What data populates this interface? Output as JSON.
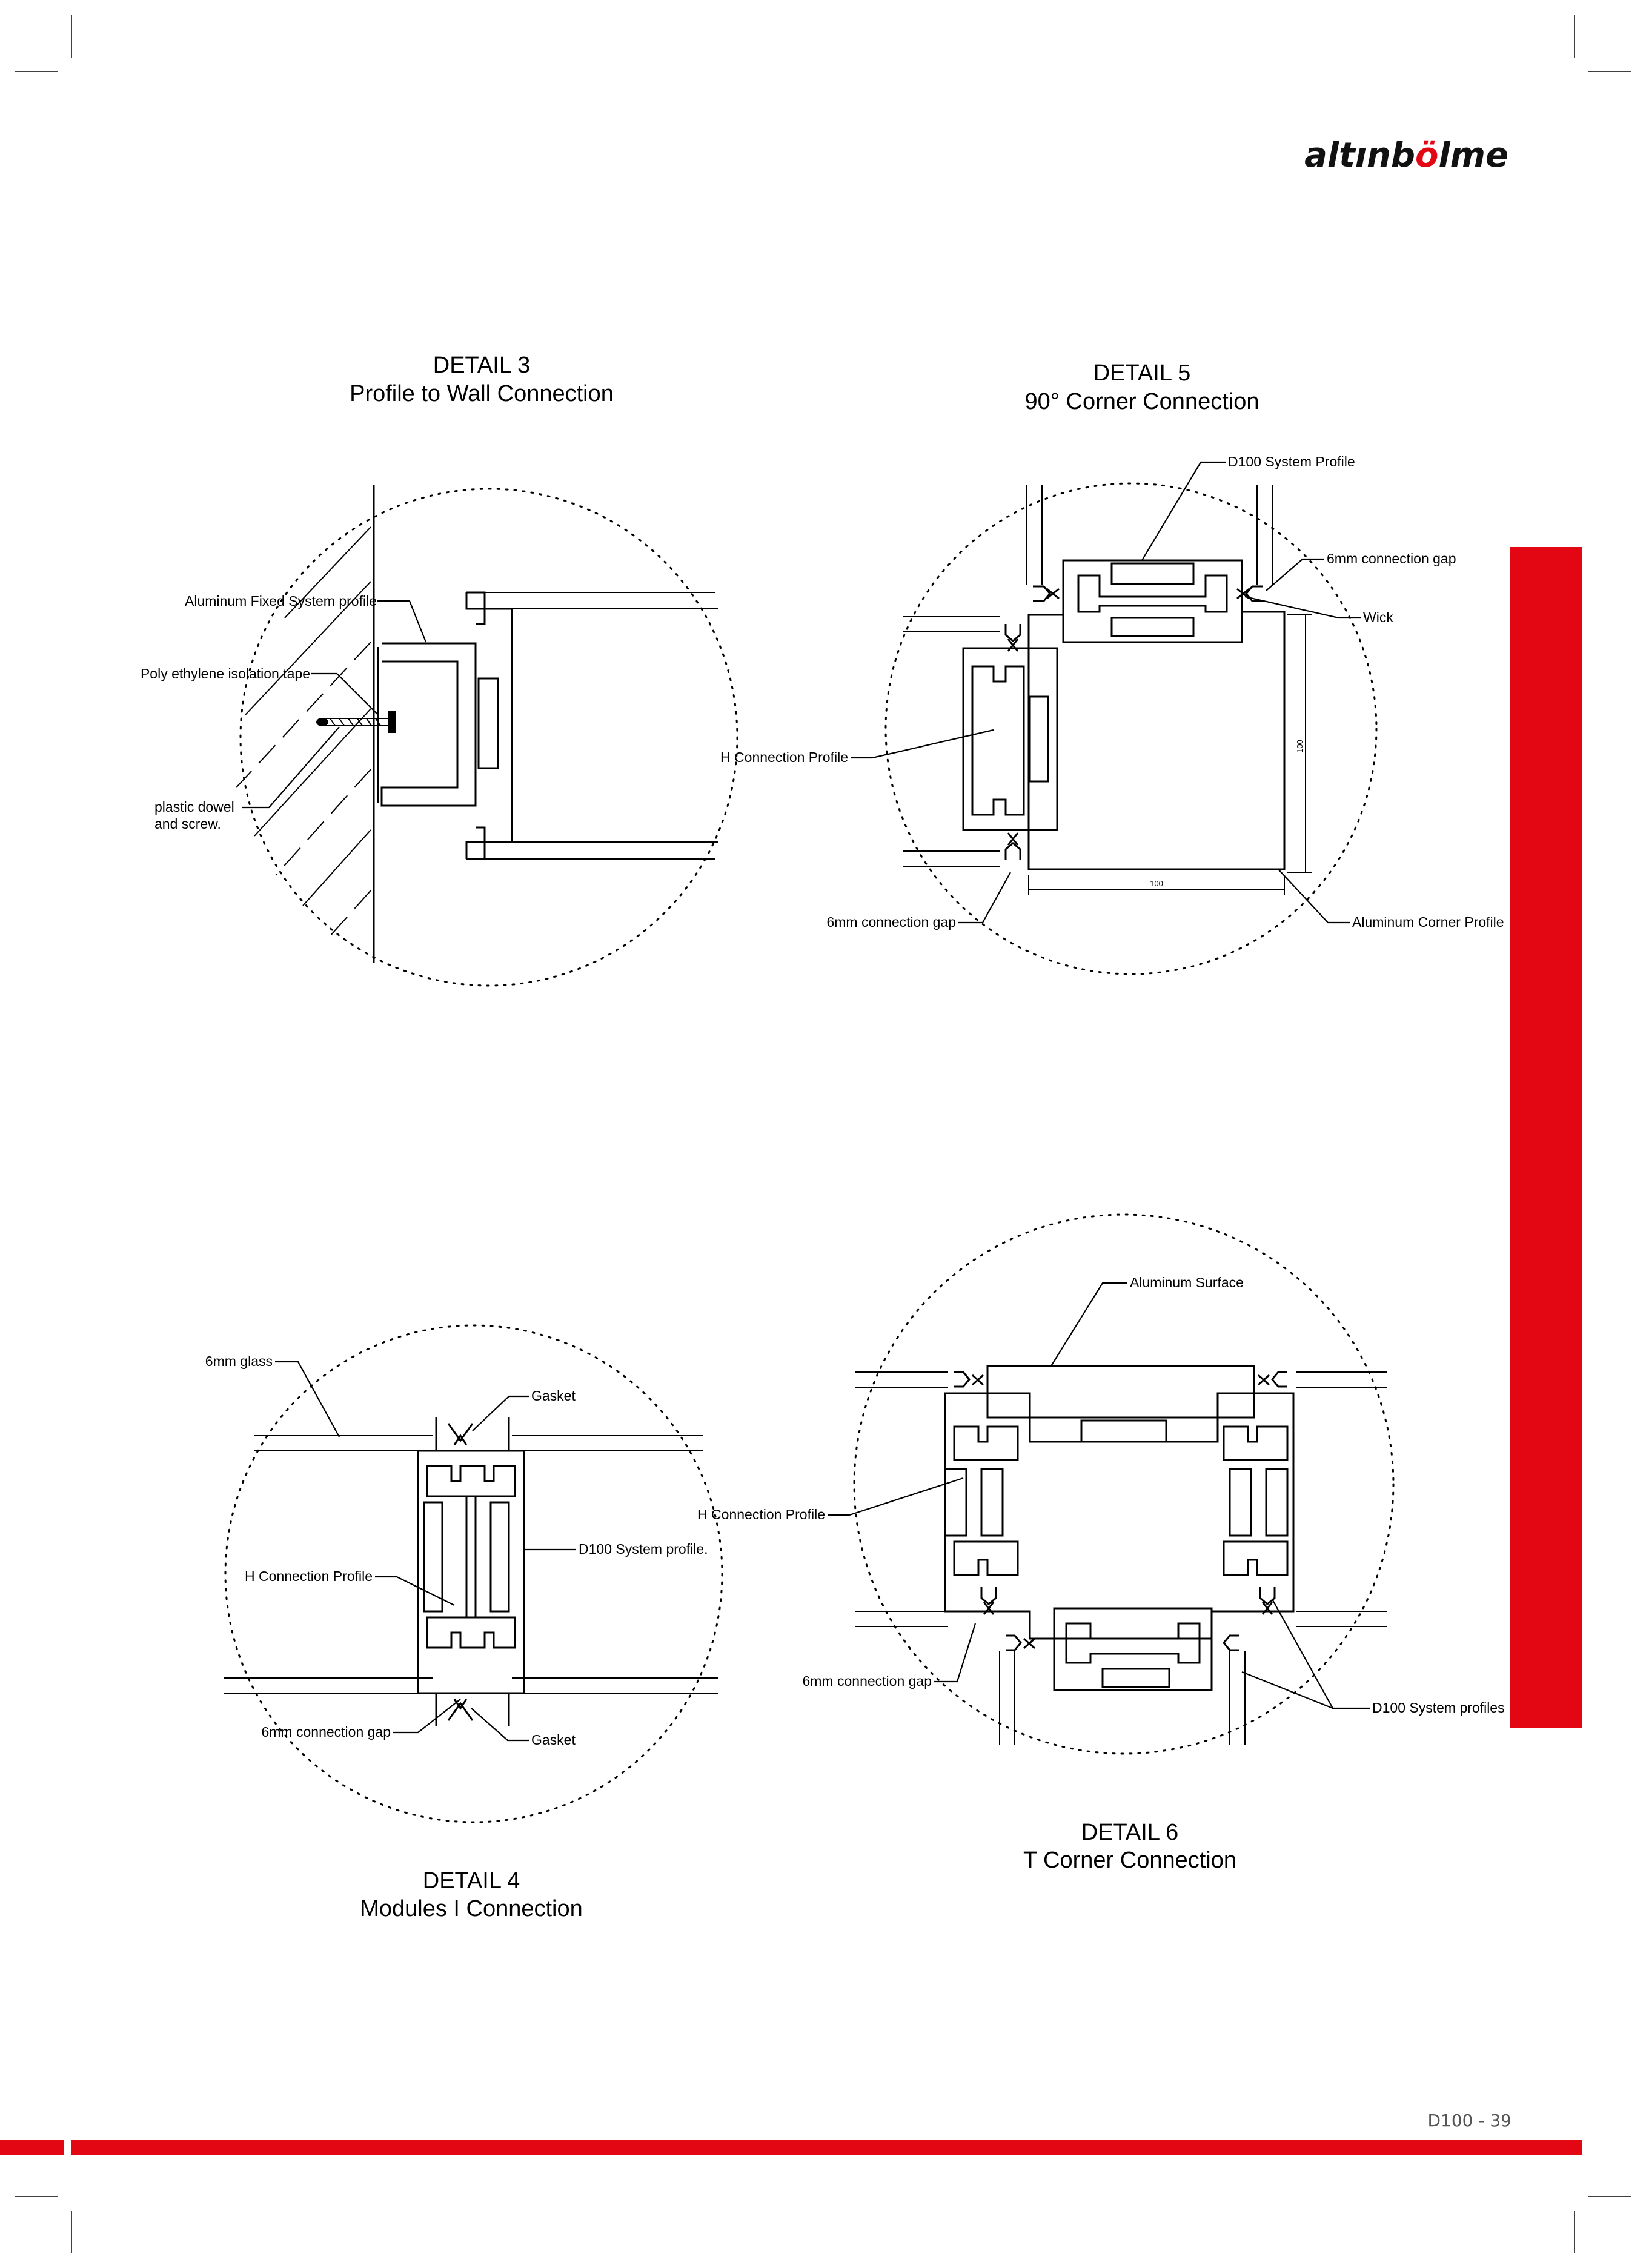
{
  "brand": {
    "logo_prefix": "altınb",
    "logo_accent": "ö",
    "logo_suffix": "lme",
    "accent_color": "#e30613"
  },
  "page_number": "D100 - 39",
  "details": {
    "d3": {
      "title": "DETAIL 3",
      "subtitle": "Profile to Wall Connection",
      "labels": {
        "fixed_profile": "Aluminum Fixed System profile",
        "isolation_tape": "Poly ethylene isolation tape",
        "dowel_1": "plastic dowel",
        "dowel_2": "and screw."
      }
    },
    "d5": {
      "title": "DETAIL 5",
      "subtitle": "90°  Corner Connection",
      "labels": {
        "system_profile": "D100 System Profile",
        "gap_top": "6mm connection gap",
        "wick": "Wick",
        "h_profile": "H Connection Profile",
        "gap_bottom": "6mm connection gap",
        "corner_profile": "Aluminum Corner Profile"
      },
      "dims": {
        "vertical": "100",
        "horizontal": "100"
      }
    },
    "d4": {
      "title": "DETAIL 4",
      "subtitle": "Modules I Connection",
      "labels": {
        "glass": "6mm glass",
        "gasket_top": "Gasket",
        "system_profile": "D100 System profile.",
        "h_profile": "H Connection Profile",
        "gap": "6mm connection gap",
        "gasket_bottom": "Gasket"
      }
    },
    "d6": {
      "title": "DETAIL 6",
      "subtitle": "T  Corner Connection",
      "labels": {
        "surface": "Aluminum Surface",
        "h_profile": "H Connection Profile",
        "gap": "6mm connection gap",
        "system_profiles": "D100 System profiles"
      }
    }
  }
}
